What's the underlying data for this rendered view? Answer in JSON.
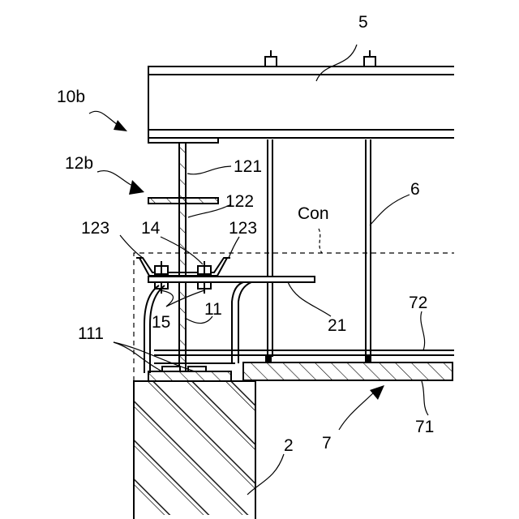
{
  "labels": {
    "n5": "5",
    "n10b": "10b",
    "n12b": "12b",
    "n121": "121",
    "n122": "122",
    "n6": "6",
    "ncon": "Con",
    "n123a": "123",
    "n14": "14",
    "n123b": "123",
    "n72": "72",
    "n15": "15",
    "n11": "11",
    "n21": "21",
    "n111": "111",
    "n2": "2",
    "n7": "7",
    "n71": "71"
  }
}
